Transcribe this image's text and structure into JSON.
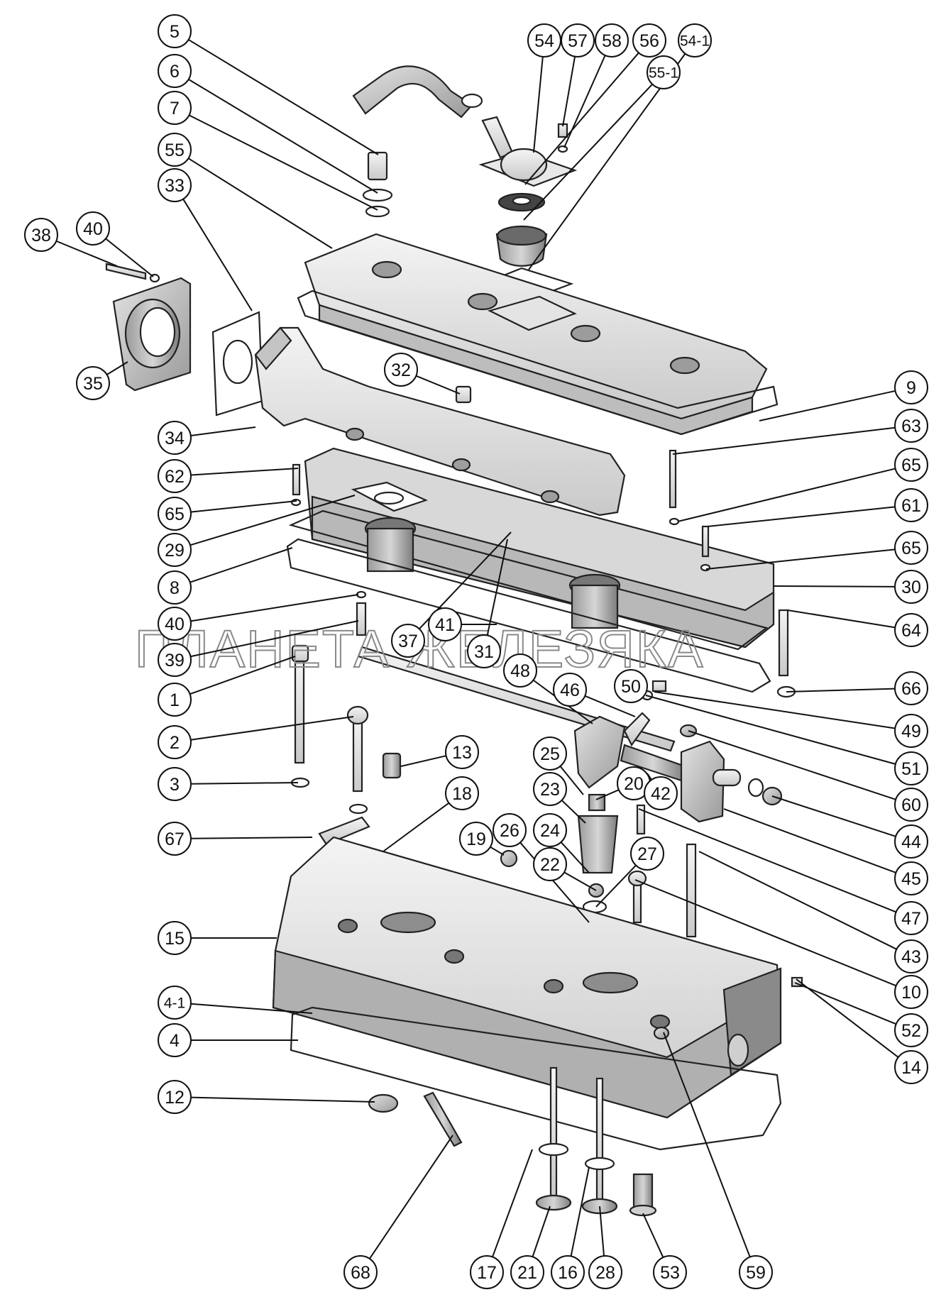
{
  "watermark": "ПЛАНЕТА ЖЕЛЕЗЯКА",
  "callouts": [
    "5",
    "6",
    "7",
    "55",
    "33",
    "38",
    "40",
    "35",
    "54",
    "57",
    "58",
    "56",
    "55-1",
    "54-1",
    "32",
    "9",
    "63",
    "34",
    "62",
    "65",
    "65",
    "61",
    "29",
    "65",
    "8",
    "30",
    "40",
    "64",
    "37",
    "41",
    "31",
    "48",
    "39",
    "1",
    "50",
    "46",
    "66",
    "49",
    "2",
    "13",
    "25",
    "51",
    "20",
    "3",
    "42",
    "60",
    "18",
    "23",
    "44",
    "24",
    "67",
    "19",
    "26",
    "22",
    "27",
    "45",
    "47",
    "43",
    "15",
    "10",
    "52",
    "4-1",
    "4",
    "14",
    "12",
    "68",
    "17",
    "21",
    "16",
    "28",
    "53",
    "59"
  ],
  "colors": {
    "line": "#111111",
    "part_light": "#ececec",
    "part_mid": "#c8c8c8",
    "part_dark": "#7a7a7a",
    "gasket": "#555555"
  }
}
